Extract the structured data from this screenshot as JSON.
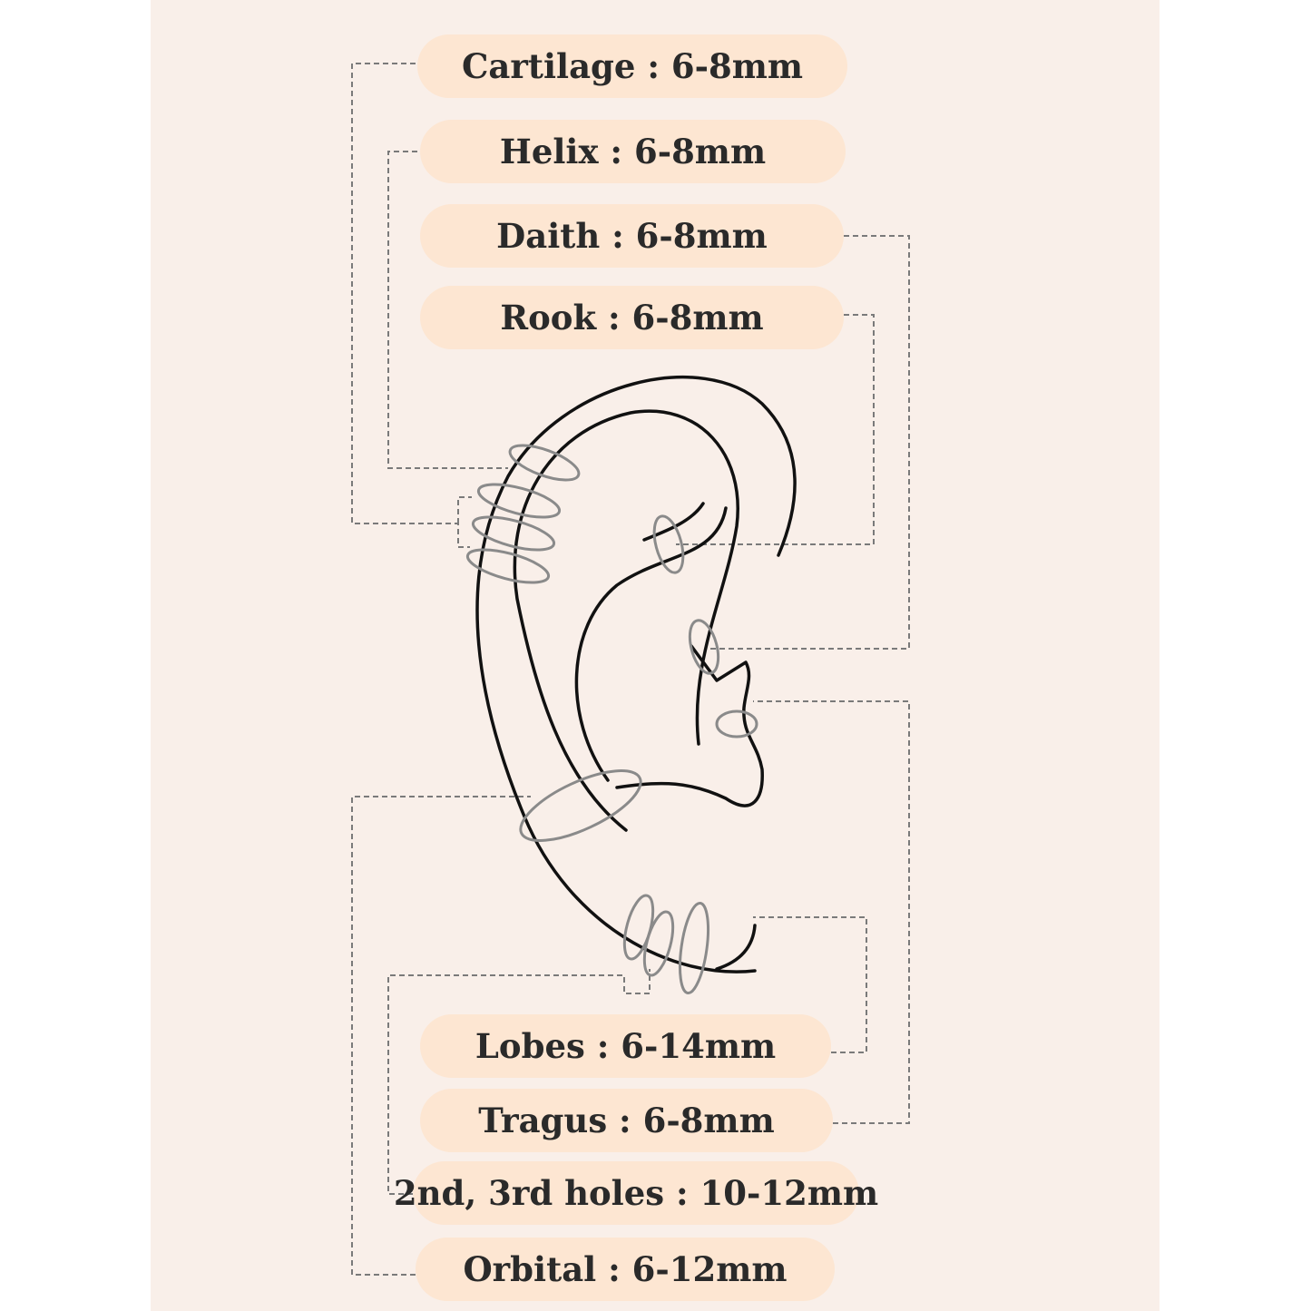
{
  "labels": {
    "cartilage": "Cartilage : 6-8mm",
    "helix": "Helix : 6-8mm",
    "daith": "Daith : 6-8mm",
    "rook": "Rook : 6-8mm",
    "lobes": "Lobes : 6-14mm",
    "tragus": "Tragus : 6-8mm",
    "second_third_holes": "2nd, 3rd holes : 10-12mm",
    "orbital": "Orbital : 6-12mm"
  },
  "colors": {
    "background": "#f9efe9",
    "pill": "#fde6d2",
    "text": "#2a2a2a",
    "line": "#111111",
    "ring": "#8a8a8a",
    "leader": "#7a7a7a"
  }
}
